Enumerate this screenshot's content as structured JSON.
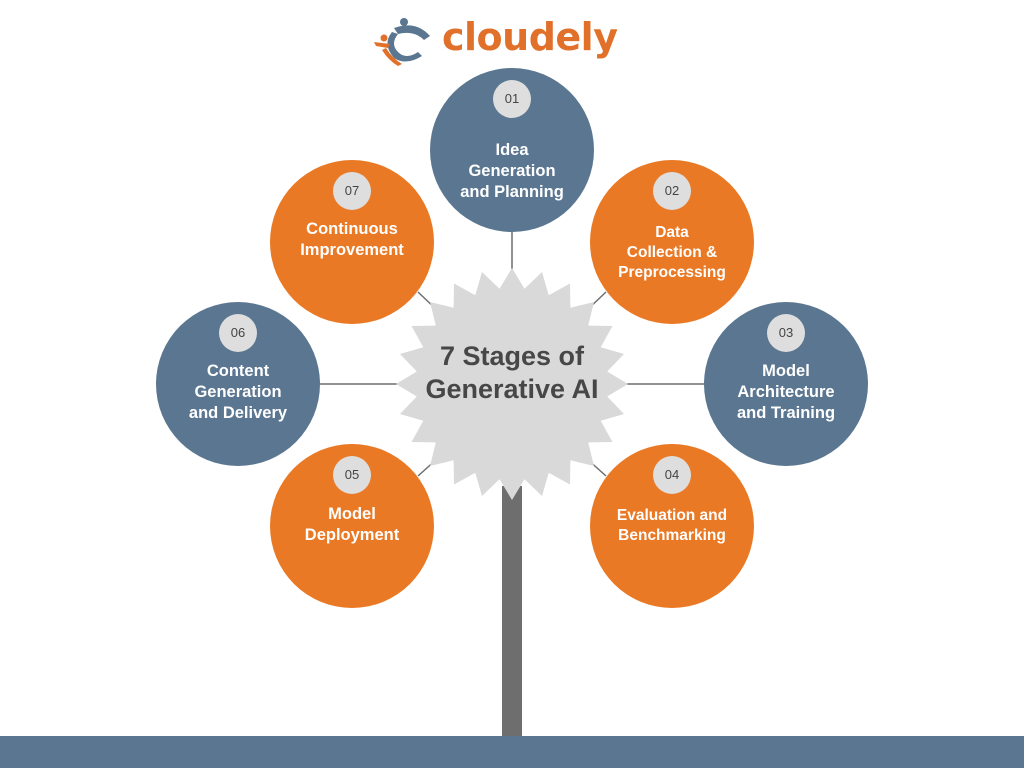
{
  "brand": {
    "name": "cloudely",
    "logo_icon": "cloudely-logo-icon"
  },
  "center": {
    "title_lines": [
      "7 Stages of",
      "Generative AI"
    ]
  },
  "stages": [
    {
      "number": "01",
      "lines": [
        "Idea",
        "Generation",
        "and Planning"
      ],
      "color": "blue"
    },
    {
      "number": "02",
      "lines": [
        "Data",
        "Collection &",
        "Preprocessing"
      ],
      "color": "orange"
    },
    {
      "number": "03",
      "lines": [
        "Model",
        "Architecture",
        "and Training"
      ],
      "color": "blue"
    },
    {
      "number": "04",
      "lines": [
        "Evaluation and",
        "Benchmarking"
      ],
      "color": "orange"
    },
    {
      "number": "05",
      "lines": [
        "Model",
        "Deployment"
      ],
      "color": "orange"
    },
    {
      "number": "06",
      "lines": [
        "Content",
        "Generation",
        "and Delivery"
      ],
      "color": "blue"
    },
    {
      "number": "07",
      "lines": [
        "Continuous",
        "Improvement"
      ],
      "color": "orange"
    }
  ],
  "colors": {
    "blue": "#5a7690",
    "orange": "#ea7925",
    "badge": "#dedede",
    "center": "#d9d9d9",
    "stem": "#6e6e6e",
    "footer": "#5a7690",
    "logo_orange": "#e0702a"
  }
}
